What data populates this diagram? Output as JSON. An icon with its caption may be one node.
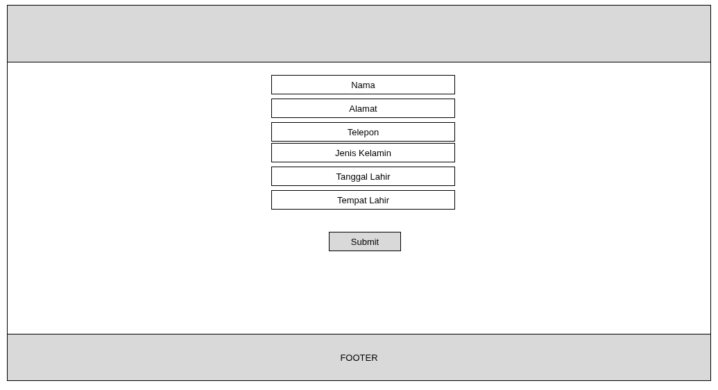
{
  "diagram": {
    "nodes": [
      {
        "text": [],
        "shape": "bar"
      },
      {
        "text": [],
        "shape": "box"
      },
      {
        "text": [
          "Nama"
        ],
        "in": 1
      },
      {
        "text": [
          "Alamat"
        ],
        "in": 1
      },
      {
        "text": [
          "Telepon"
        ],
        "in": 1
      },
      {
        "text": [
          "Jenis Kelamin"
        ],
        "in": 1
      },
      {
        "text": [
          "Tanggal Lahir"
        ],
        "in": 1
      },
      {
        "text": [
          "Tempat Lahir"
        ],
        "in": 1
      },
      {
        "text": [
          "Submit"
        ],
        "in": 1
      },
      {
        "text": [
          "FOOTER"
        ]
      }
    ]
  }
}
